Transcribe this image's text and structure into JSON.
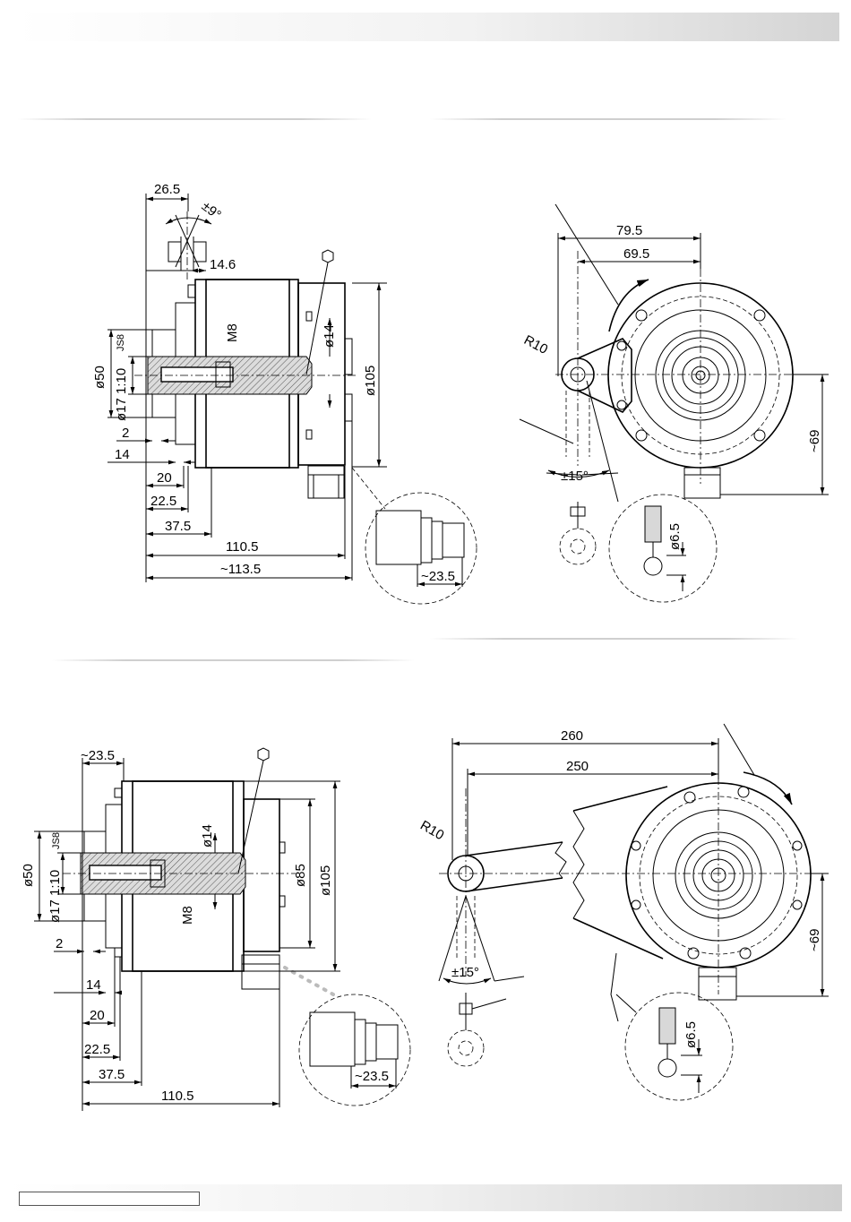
{
  "header": {
    "title": ""
  },
  "footer": {
    "label": ""
  },
  "view_top_left": {
    "dims": {
      "d265": "26.5",
      "angle": "±9°",
      "d146": "14.6",
      "m8": "M8",
      "d14": "ø14",
      "js8": "JS8",
      "d50": "ø50",
      "taper": "ø17 1:10",
      "d105": "ø105",
      "d2": "2",
      "d14b": "14",
      "d20": "20",
      "d225": "22.5",
      "d375": "37.5",
      "d1105": "110.5",
      "d1135": "~113.5",
      "d235": "~23.5"
    }
  },
  "view_top_right": {
    "dims": {
      "d795": "79.5",
      "d695": "69.5",
      "r10": "R10",
      "angle": "±15°",
      "d69": "~69",
      "d65": "ø6.5"
    }
  },
  "view_bottom_left": {
    "dims": {
      "d235": "~23.5",
      "d14": "ø14",
      "js8": "JS8",
      "d50": "ø50",
      "taper": "ø17 1:10",
      "m8": "M8",
      "d85": "ø85",
      "d105": "ø105",
      "d2": "2",
      "d14b": "14",
      "d20": "20",
      "d225": "22.5",
      "d375": "37.5",
      "d1105": "110.5",
      "d235b": "~23.5"
    }
  },
  "view_bottom_right": {
    "dims": {
      "d260": "260",
      "d250": "250",
      "r10": "R10",
      "angle": "±15°",
      "d69": "~69",
      "d65": "ø6.5"
    }
  }
}
